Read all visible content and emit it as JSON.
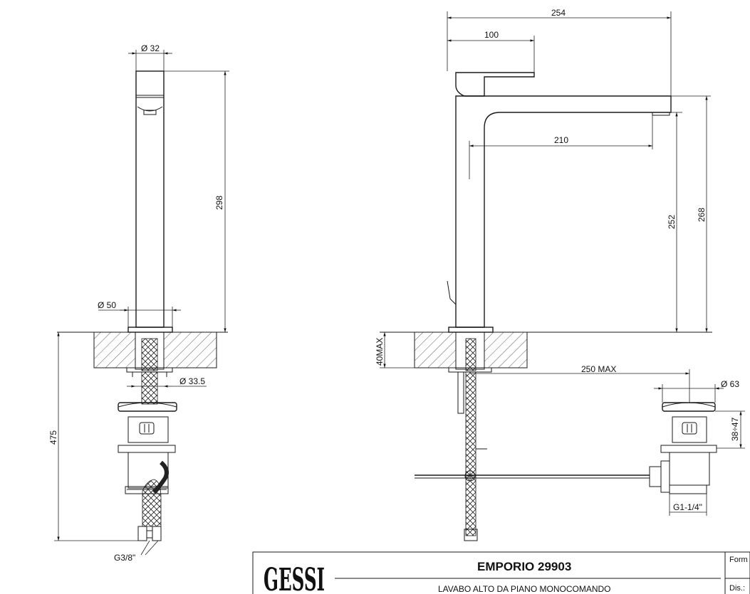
{
  "dimensions": {
    "diam_32": "Ø 32",
    "h_298": "298",
    "diam_50": "Ø 50",
    "diam_33_5": "Ø 33.5",
    "h_475": "475",
    "thread_g38": "G3/8\"",
    "w_254": "254",
    "w_100": "100",
    "w_210": "210",
    "h_252": "252",
    "h_268": "268",
    "h_40max": "40MAX",
    "w_250max": "250 MAX",
    "diam_63": "Ø 63",
    "h_38_47": "38÷47",
    "thread_g114": "G1-1/4\""
  },
  "title_block": {
    "logo": "GESSI",
    "title": "EMPORIO 29903",
    "subtitle": "LAVABO ALTO DA PIANO MONOCOMANDO",
    "format_label": "Form",
    "dis_label": "Dis.:"
  },
  "colors": {
    "line": "#1a1a1a",
    "background": "#ffffff"
  }
}
